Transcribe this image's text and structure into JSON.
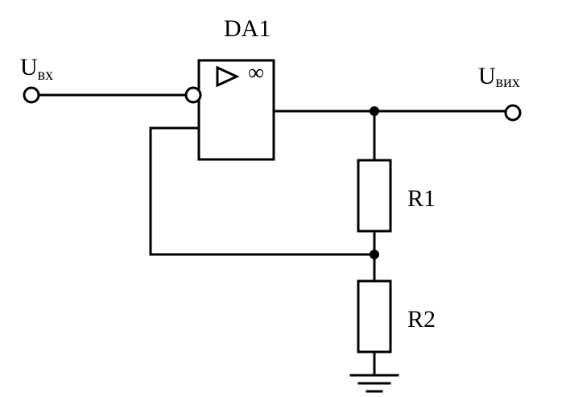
{
  "opamp": {
    "name": "DA1",
    "infinity_symbol": "∞"
  },
  "input": {
    "label_main": "U",
    "label_sub": "вх"
  },
  "output": {
    "label_main": "U",
    "label_sub": "вих"
  },
  "resistors": [
    {
      "name": "R1"
    },
    {
      "name": "R2"
    }
  ],
  "colors": {
    "line": "#000000",
    "background": "#ffffff"
  }
}
